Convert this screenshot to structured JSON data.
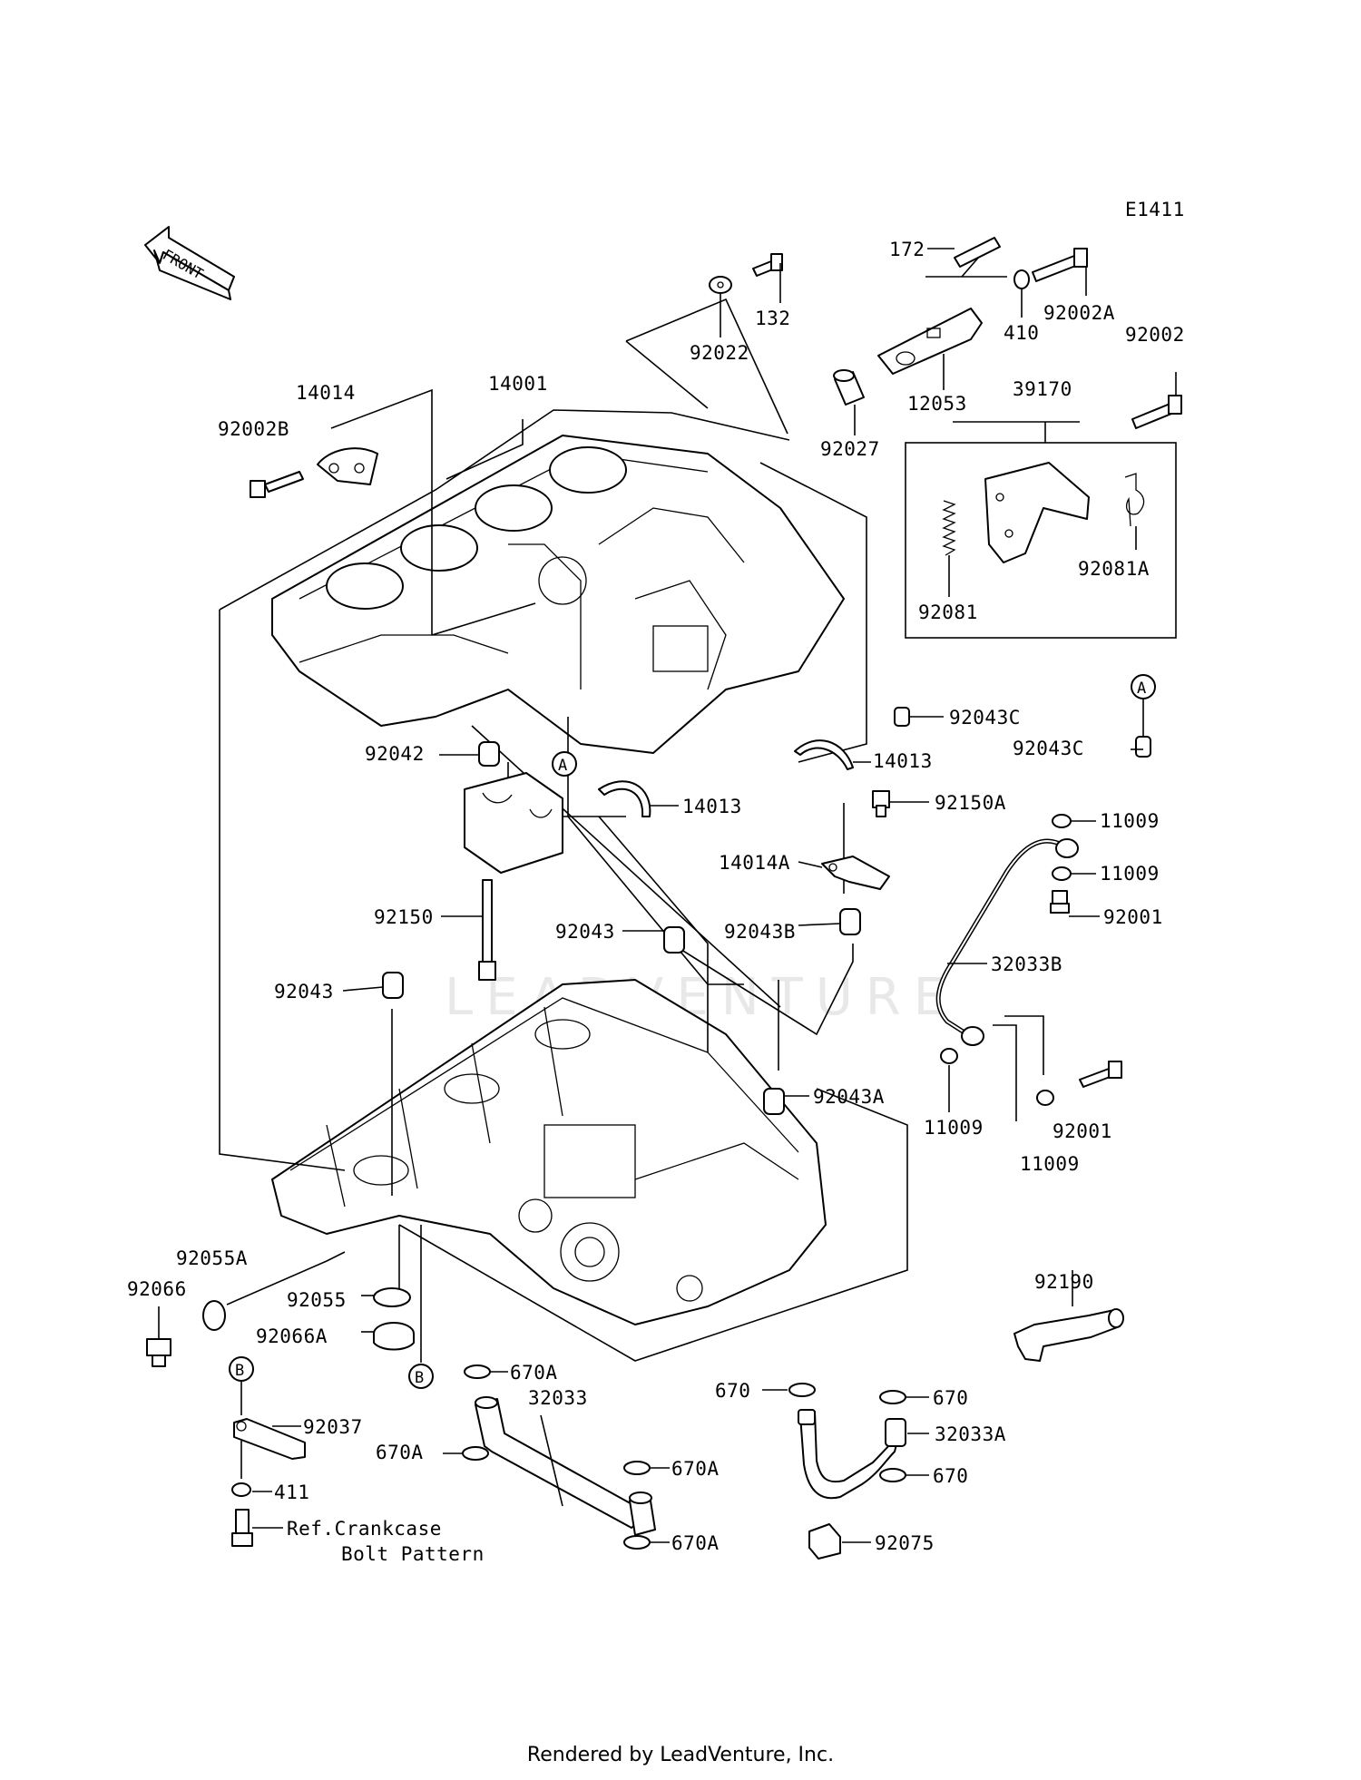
{
  "diagram_code": "E1411",
  "front_arrow_label": "FRONT",
  "watermark": "LEADVENTURE",
  "footer": "Rendered by LeadVenture, Inc.",
  "callouts": {
    "A": "A",
    "B": "B"
  },
  "ref_note": {
    "line1": "Ref.Crankcase",
    "line2": "Bolt Pattern"
  },
  "part_labels": {
    "p172": "172",
    "p132": "132",
    "p92022": "92022",
    "p92002A": "92002A",
    "p410": "410",
    "p92002": "92002",
    "p12053": "12053",
    "p39170": "39170",
    "p92027": "92027",
    "p14014": "14014",
    "p14001": "14001",
    "p92002B": "92002B",
    "p92081A": "92081A",
    "p92081": "92081",
    "p92043C_a": "92043C",
    "p92043C_b": "92043C",
    "p92042": "92042",
    "p14013_a": "14013",
    "p14013_b": "14013",
    "p92150A": "92150A",
    "p11009_a": "11009",
    "p11009_b": "11009",
    "p11009_c": "11009",
    "p11009_d": "11009",
    "p14014A": "14014A",
    "p92001_a": "92001",
    "p92001_b": "92001",
    "p92150": "92150",
    "p92043_a": "92043",
    "p92043_b": "92043",
    "p92043B": "92043B",
    "p32033B": "32033B",
    "p92043A": "92043A",
    "p92055A": "92055A",
    "p92066": "92066",
    "p92055": "92055",
    "p92066A": "92066A",
    "p92190": "92190",
    "p670A_a": "670A",
    "p670A_b": "670A",
    "p670A_c": "670A",
    "p670A_d": "670A",
    "p32033": "32033",
    "p670_a": "670",
    "p670_b": "670",
    "p670_c": "670",
    "p32033A": "32033A",
    "p92037": "92037",
    "p411": "411",
    "p92075": "92075"
  }
}
